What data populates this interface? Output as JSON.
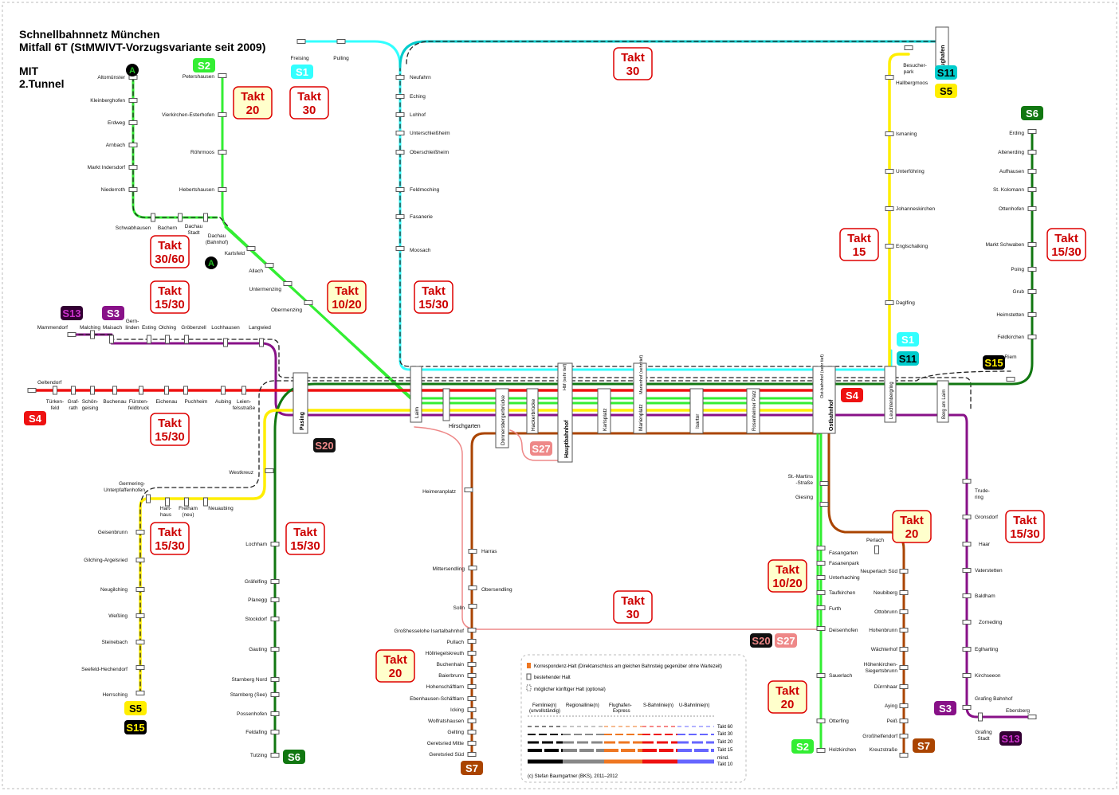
{
  "title": {
    "line1": "Schnellbahnnetz München",
    "line2": "Mitfall 6T (StMWIVT-Vorzugsvariante seit 2009)",
    "line3": "MIT",
    "line4": "2.Tunnel"
  },
  "colors": {
    "S1": "#33ffff",
    "S2": "#33ee33",
    "S3": "#881188",
    "S4": "#ee1111",
    "S5": "#ffee00",
    "S6": "#117711",
    "S7": "#aa4400",
    "S11": "#00cccc",
    "S13": "#330033",
    "S15": "#000000",
    "S20": "#cc2222",
    "S27": "#ee8888",
    "A": "#22bb22",
    "takt_border": "#dd0000",
    "takt_text": "#cc0000",
    "takt_fill": "#ffffcc"
  },
  "badges": {
    "S1a": "S1",
    "S1b": "S1",
    "S2a": "S2",
    "S2b": "S2",
    "S3a": "S3",
    "S3b": "S3",
    "S4a": "S4",
    "S4b": "S4",
    "S5a": "S5",
    "S5b": "S5",
    "S6a": "S6",
    "S6b": "S6",
    "S7a": "S7",
    "S7b": "S7",
    "S11a": "S11",
    "S11b": "S11",
    "S13a": "S13",
    "S13b": "S13",
    "S15a": "S15",
    "S15b": "S15",
    "S20a": "S20",
    "S20b": "S20",
    "S27a": "S27",
    "S27b": "S27",
    "Aa": "A",
    "Ab": "A"
  },
  "takt": {
    "t1": [
      "Takt",
      "30"
    ],
    "t2": [
      "Takt",
      "20"
    ],
    "t3": [
      "Takt",
      "30"
    ],
    "t4": [
      "Takt",
      "15"
    ],
    "t5": [
      "Takt",
      "15/30"
    ],
    "t6": [
      "Takt",
      "30/60"
    ],
    "t7": [
      "Takt",
      "15/30"
    ],
    "t8": [
      "Takt",
      "10/20"
    ],
    "t9": [
      "Takt",
      "15/30"
    ],
    "t10": [
      "Takt",
      "15/30"
    ],
    "t11": [
      "Takt",
      "15/30"
    ],
    "t12": [
      "Takt",
      "15/30"
    ],
    "t13": [
      "Takt",
      "20"
    ],
    "t14": [
      "Takt",
      "15/30"
    ],
    "t15": [
      "Takt",
      "10/20"
    ],
    "t16": [
      "Takt",
      "30"
    ],
    "t17": [
      "Takt",
      "20"
    ],
    "t18": [
      "Takt",
      "20"
    ]
  },
  "stations": {
    "altomuenster": "Altomünster",
    "kleinberghofen": "Kleinberghofen",
    "erdweg": "Erdweg",
    "arnbach": "Arnbach",
    "markt_indersdorf": "Markt Indersdorf",
    "niederroth": "Niederroth",
    "schwabhausen": "Schwabhausen",
    "bachern": "Bachern",
    "dachau_stadt_1": "Dachau",
    "dachau_stadt_2": "Stadt",
    "dachau_bf_1": "Dachau",
    "dachau_bf_2": "(Bahnhof)",
    "petershausen": "Petershausen",
    "vierkirchen": "Vierkirchen-Esterhofen",
    "roehrmoos": "Röhrmoos",
    "hebertshausen": "Hebertshausen",
    "karlsfeld": "Karlsfeld",
    "allach": "Allach",
    "untermenzing": "Untermenzing",
    "obermenzing": "Obermenzing",
    "freising": "Freising",
    "pulling": "Pulling",
    "neufahrn": "Neufahrn",
    "eching": "Eching",
    "lohhof": "Lohhof",
    "unterschleissheim": "Unterschleißheim",
    "oberschleissheim": "Oberschleißheim",
    "feldmoching": "Feldmoching",
    "fasanerie": "Fasanerie",
    "moosach": "Moosach",
    "flughafen": "Flughafen",
    "besucherpark_1": "Besucher-",
    "besucherpark_2": "park",
    "hallbergmoos": "Hallbergmoos",
    "ismaning": "Ismaning",
    "unterfoehring": "Unterföhring",
    "johanneskirchen": "Johanneskirchen",
    "englschalking": "Englschalking",
    "daglfing": "Daglfing",
    "erding": "Erding",
    "altenerding": "Altenerding",
    "aufhausen": "Aufhausen",
    "st_kolomann": "St. Kolomann",
    "ottenhofen": "Ottenhofen",
    "markt_schwaben": "Markt Schwaben",
    "poing": "Poing",
    "grub": "Grub",
    "heimstetten": "Heimstetten",
    "feldkirchen": "Feldkirchen",
    "riem": "Riem",
    "mammendorf": "Mammendorf",
    "malching": "Malching",
    "maisach": "Maisach",
    "gernlinden_1": "Gern-",
    "gernlinden_2": "linden",
    "esting": "Esting",
    "olching": "Olching",
    "groebenzell": "Gröbenzell",
    "lochhausen": "Lochhausen",
    "langwied": "Langwied",
    "geltendorf": "Geltendorf",
    "tuerkenfeld_1": "Türken-",
    "tuerkenfeld_2": "feld",
    "grafrath_1": "Graf-",
    "grafrath_2": "rath",
    "schoengeising_1": "Schön-",
    "schoengeising_2": "geising",
    "buchenau": "Buchenau",
    "fuerstenfeldbruck_1": "Fürsten-",
    "fuerstenfeldbruck_2": "feldbruck",
    "eichenau": "Eichenau",
    "puchheim": "Puchheim",
    "aubing": "Aubing",
    "leienfels_1": "Leien-",
    "leienfels_2": "felsstraße",
    "pasing": "Pasing",
    "laim": "Laim",
    "hirschgarten": "Hirschgarten",
    "donnersbergerbruecke": "Donnersbergerbrücke",
    "hackerbruecke": "Hackerbrücke",
    "hbf": "Hauptbahnhof",
    "hbf_tief": "Hbf (sehr tief)",
    "karlsplatz": "Karlsplatz",
    "marienplatz": "Marienplatz",
    "marienhof": "Marienhof (sehr tief)",
    "isartor": "Isartor",
    "rosenheimer": "Rosenheimer Platz",
    "ostbahnhof": "Ostbahnhof",
    "ostbf_tief": "Ost-bahnhof (sehr tief)",
    "leuchtenbergring": "Leuchtenbergring",
    "berg_am_laim": "Berg am Laim",
    "westkreuz": "Westkreuz",
    "germering_1": "Germering-",
    "germering_2": "Unterpfaffenhofen",
    "harthaus_1": "Hart-",
    "harthaus_2": "haus",
    "freiham_1": "Freiham",
    "freiham_2": "(neu)",
    "neuaubing": "Neuaubing",
    "geisenbrunn": "Geisenbrunn",
    "gilching": "Gilching-Argelsried",
    "neugilching": "Neugilching",
    "wessling": "Weßling",
    "steinebach": "Steinebach",
    "seefeld": "Seefeld-Hechendorf",
    "herrsching": "Herrsching",
    "lochham": "Lochham",
    "graefelfing": "Gräfelfing",
    "planegg": "Planegg",
    "stockdorf": "Stockdorf",
    "gauting": "Gauting",
    "starnberg_nord": "Starnberg Nord",
    "starnberg_see": "Starnberg (See)",
    "possenhofen": "Possenhofen",
    "feldafing": "Feldafing",
    "tutzing": "Tutzing",
    "heimeranplatz": "Heimeranplatz",
    "harras": "Harras",
    "mittersendling": "Mittersendling",
    "siemenswerke": "Obersendling",
    "solln": "Solln",
    "grosshesselohe": "Großhesselohe Isartalbahnhof",
    "pullach": "Pullach",
    "hoellriegelskreuth": "Höllriegelskreuth",
    "buchenhain": "Buchenhain",
    "baierbrunn": "Baierbrunn",
    "hohenschaeftlarn": "Hohenschäftlarn",
    "ebenhausen": "Ebenhausen-Schäftlarn",
    "icking": "Icking",
    "wolfratshausen": "Wolfratshausen",
    "gelting": "Gelting",
    "geretsried_mitte": "Geretsried Mitte",
    "geretsried_sued": "Geretsried Süd",
    "st_martin_1": "St.-Martins",
    "st_martin_2": "-Straße",
    "giesing": "Giesing",
    "fasangarten": "Fasangarten",
    "fasanenpark": "Fasanenpark",
    "unterhaching": "Unterhaching",
    "taufkirchen": "Taufkirchen",
    "furth": "Furth",
    "deisenhofen": "Deisenhofen",
    "sauerlach": "Sauerlach",
    "otterfing": "Otterfing",
    "holzkirchen": "Holzkirchen",
    "perlach": "Perlach",
    "neuperlach_sued": "Neuperlach Süd",
    "neubiberg": "Neubiberg",
    "ottobrunn": "Ottobrunn",
    "hohenbrunn": "Hohenbrunn",
    "waechterhof": "Wächterhof",
    "hoehenkirchen_1": "Höhenkirchen-",
    "hoehenkirchen_2": "Siegertsbrunn",
    "duernhaar": "Dürrnhaar",
    "aying": "Aying",
    "peiss": "Peiß",
    "grosshelfendorf": "Großhelfendorf",
    "kreuzstrasse": "Kreuzstraße",
    "trudering_1": "Trude-",
    "trudering_2": "ring",
    "gronsdorf": "Gronsdorf",
    "haar": "Haar",
    "vaterstetten": "Vaterstetten",
    "baldham": "Baldham",
    "zorneding": "Zorneding",
    "eglharting": "Eglharting",
    "kirchseeon": "Kirchseeon",
    "grafing_bf": "Grafing Bahnhof",
    "ebersberg": "Ebersberg",
    "grafing_stadt_1": "Grafing",
    "grafing_stadt_2": "Stadt"
  },
  "legend": {
    "korrespondenz": "Korrespondenz-Halt (Direktanschluss am gleichen Bahnsteig gegenüber ohne Wartezeit)",
    "bestehend": "bestehender Halt",
    "moeglich": "möglicher künftiger Halt (optional)",
    "fern_1": "Fernlinie(n)",
    "fern_2": "(unvollständig)",
    "regional": "Regionallinie(n)",
    "express_1": "Flughafen-",
    "express_2": "Express",
    "sbahn": "S-Bahnlinie(n)",
    "ubahn": "U-Bahnlinie(n)",
    "takt60": "Takt 60",
    "takt30": "Takt 30",
    "takt20": "Takt 20",
    "takt15": "Takt 15",
    "takt10_1": "mind.",
    "takt10_2": "Takt 10",
    "copyright": "(c) Stefan Baumgartner (BKS), 2011–2012"
  }
}
